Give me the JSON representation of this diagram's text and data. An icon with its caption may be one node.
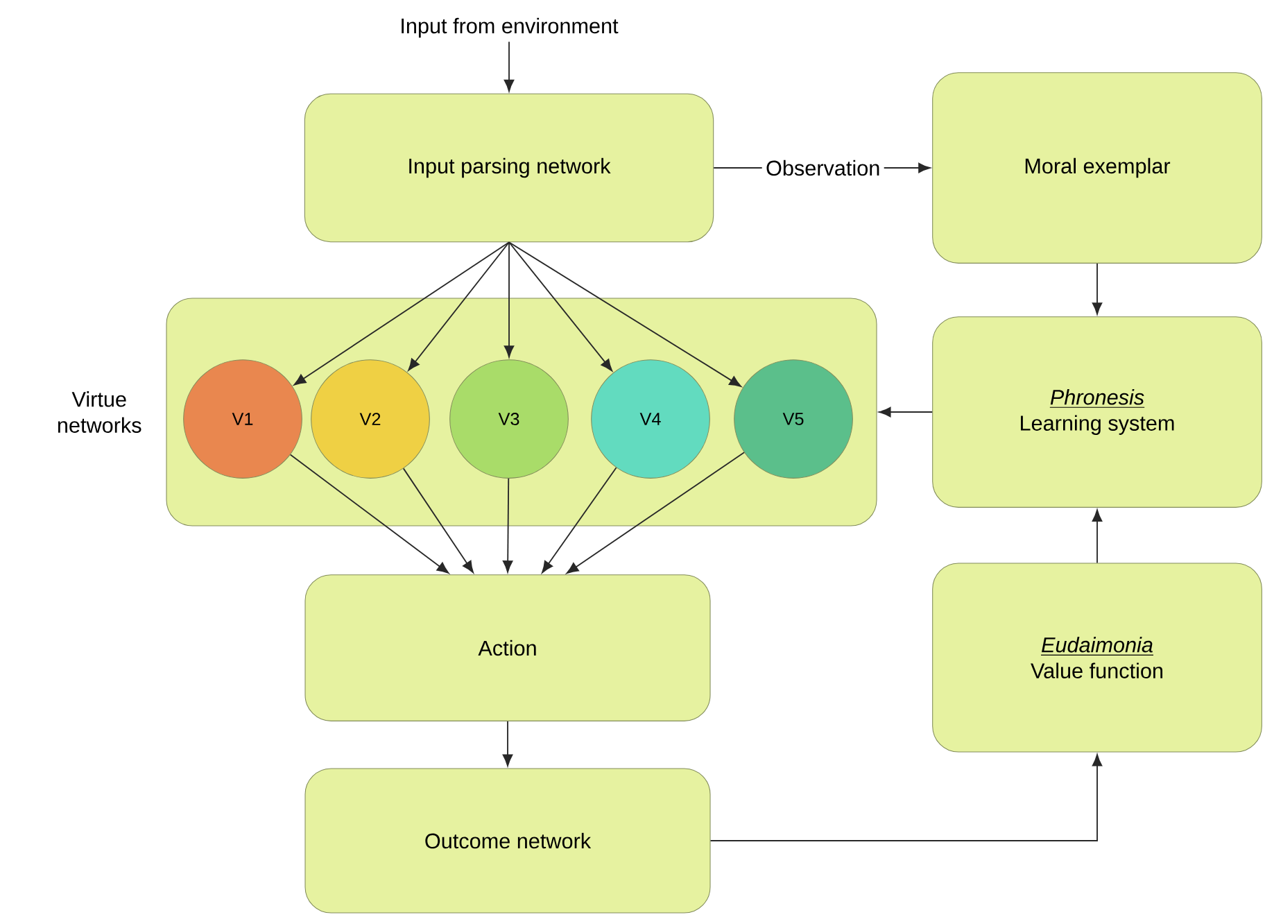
{
  "diagram": {
    "nodes": [
      {
        "text": [
          "Input from environment"
        ]
      },
      {
        "text": [
          "Input parsing network"
        ]
      },
      {
        "text": [
          "Moral exemplar"
        ]
      },
      {
        "text": [
          "Virtue networks"
        ]
      },
      {
        "text": [
          "V1"
        ],
        "in": 3
      },
      {
        "text": [
          "V2"
        ],
        "in": 3
      },
      {
        "text": [
          "V3"
        ],
        "in": 3
      },
      {
        "text": [
          "V4"
        ],
        "in": 3
      },
      {
        "text": [
          "V5"
        ],
        "in": 3
      },
      {
        "text": [
          "Phronesis",
          "Learning system"
        ]
      },
      {
        "text": [
          "Action"
        ]
      },
      {
        "text": [
          "Eudaimonia",
          "Value function"
        ]
      },
      {
        "text": [
          "Outcome network"
        ]
      }
    ],
    "edges": [
      {
        "from": 0,
        "to": 1,
        "arrow": "to"
      },
      {
        "from": 1,
        "to": 2,
        "arrow": "to",
        "label": "Observation"
      },
      {
        "from": 1,
        "to": 4,
        "arrow": "to"
      },
      {
        "from": 1,
        "to": 5,
        "arrow": "to"
      },
      {
        "from": 1,
        "to": 6,
        "arrow": "to"
      },
      {
        "from": 1,
        "to": 7,
        "arrow": "to"
      },
      {
        "from": 1,
        "to": 8,
        "arrow": "to"
      },
      {
        "from": 2,
        "to": 9,
        "arrow": "to"
      },
      {
        "from": 9,
        "to": 3,
        "arrow": "to"
      },
      {
        "from": 4,
        "to": 10,
        "arrow": "to"
      },
      {
        "from": 5,
        "to": 10,
        "arrow": "to"
      },
      {
        "from": 6,
        "to": 10,
        "arrow": "to"
      },
      {
        "from": 7,
        "to": 10,
        "arrow": "to"
      },
      {
        "from": 8,
        "to": 10,
        "arrow": "to"
      },
      {
        "from": 10,
        "to": 12,
        "arrow": "to"
      },
      {
        "from": 12,
        "to": 11,
        "arrow": "to"
      },
      {
        "from": 11,
        "to": 9,
        "arrow": "to"
      }
    ]
  }
}
